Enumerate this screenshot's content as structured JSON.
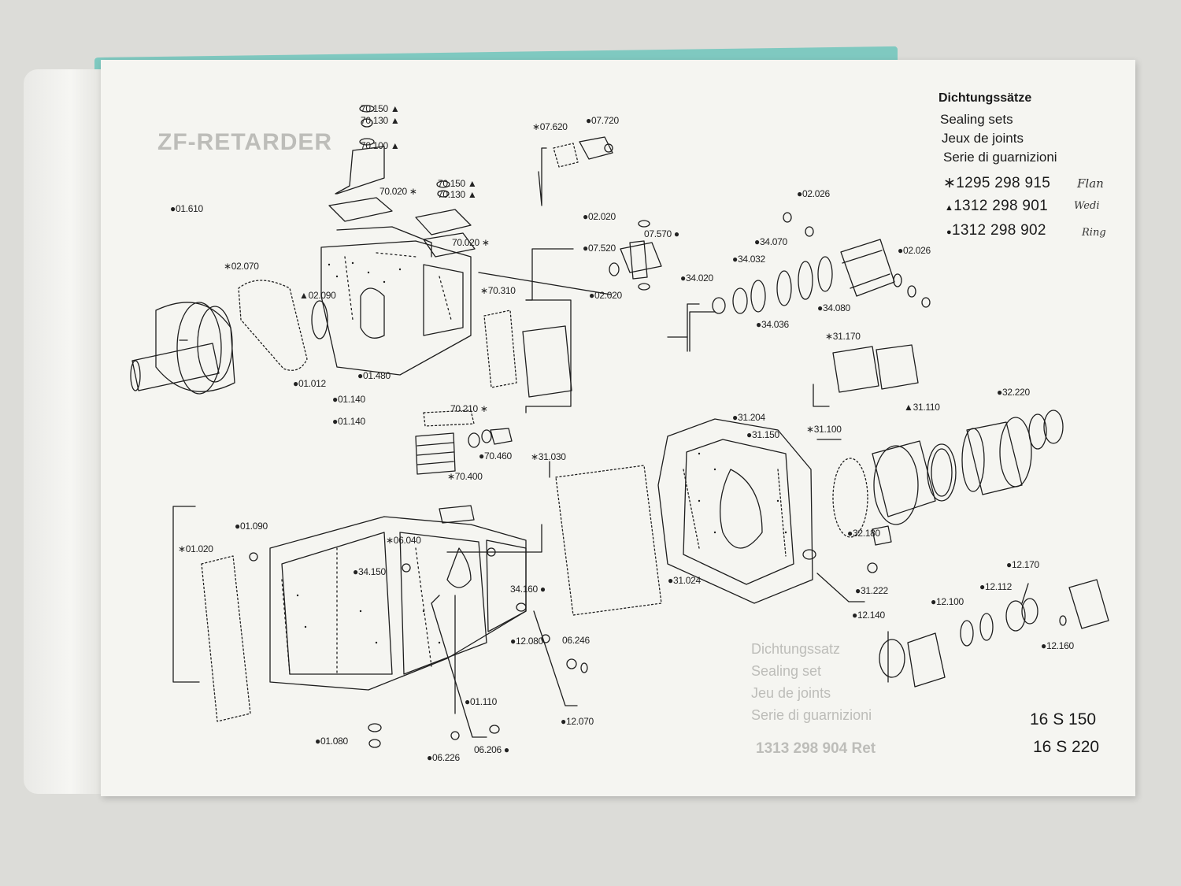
{
  "header": {
    "title_de": "Dichtungssätze",
    "title_en": "Sealing sets",
    "title_fr": "Jeux de joints",
    "title_it": "Serie di guarnizioni",
    "sets": [
      {
        "symbol": "∗",
        "code": "1295 298 915",
        "note": "Flan"
      },
      {
        "symbol": "▲",
        "code": "1312 298 901",
        "note": "Wedi"
      },
      {
        "symbol": "●",
        "code": "1312 298 902",
        "note": "Ring"
      }
    ]
  },
  "models": [
    "16 S 150",
    "16 S 220"
  ],
  "ghost_text": {
    "title": "ZF-RETARDER",
    "lines": [
      "Dichtungssatz",
      "Sealing set",
      "Jeu de joints",
      "Serie di guarnizioni",
      "1313 298 904 Ret"
    ]
  },
  "parts": [
    {
      "id": "70.150",
      "sym": "▲",
      "side": "r"
    },
    {
      "id": "70.130",
      "sym": "▲",
      "side": "r"
    },
    {
      "id": "70.100",
      "sym": "▲",
      "side": "r"
    },
    {
      "id": "70.150",
      "sym": "▲",
      "side": "r"
    },
    {
      "id": "70.130",
      "sym": "▲",
      "side": "r"
    },
    {
      "id": "70.020",
      "sym": "∗",
      "side": "r"
    },
    {
      "id": "70.020",
      "sym": "∗",
      "side": "r"
    },
    {
      "id": "01.610",
      "sym": "●",
      "side": "l"
    },
    {
      "id": "02.070",
      "sym": "∗",
      "side": "l"
    },
    {
      "id": "02.090",
      "sym": "▲",
      "side": "l"
    },
    {
      "id": "70.310",
      "sym": "∗",
      "side": "l"
    },
    {
      "id": "01.480",
      "sym": "●",
      "side": "l"
    },
    {
      "id": "01.012",
      "sym": "●",
      "side": "l"
    },
    {
      "id": "01.140",
      "sym": "●",
      "side": "l"
    },
    {
      "id": "01.140",
      "sym": "●",
      "side": "l"
    },
    {
      "id": "70.210",
      "sym": "∗",
      "side": "r"
    },
    {
      "id": "70.460",
      "sym": "●",
      "side": "l"
    },
    {
      "id": "70.400",
      "sym": "∗",
      "side": "l"
    },
    {
      "id": "07.620",
      "sym": "∗",
      "side": "l"
    },
    {
      "id": "07.720",
      "sym": "●",
      "side": "l"
    },
    {
      "id": "02.020",
      "sym": "●",
      "side": "l"
    },
    {
      "id": "07.570",
      "sym": "●",
      "side": "r"
    },
    {
      "id": "07.520",
      "sym": "●",
      "side": "l"
    },
    {
      "id": "02.020",
      "sym": "●",
      "side": "l"
    },
    {
      "id": "02.026",
      "sym": "●",
      "side": "l"
    },
    {
      "id": "34.070",
      "sym": "●",
      "side": "l"
    },
    {
      "id": "34.032",
      "sym": "●",
      "side": "l"
    },
    {
      "id": "02.026",
      "sym": "●",
      "side": "l"
    },
    {
      "id": "34.020",
      "sym": "●",
      "side": "l"
    },
    {
      "id": "34.080",
      "sym": "●",
      "side": "l"
    },
    {
      "id": "34.036",
      "sym": "●",
      "side": "l"
    },
    {
      "id": "31.170",
      "sym": "∗",
      "side": "l"
    },
    {
      "id": "32.220",
      "sym": "●",
      "side": "l"
    },
    {
      "id": "31.204",
      "sym": "●",
      "side": "l"
    },
    {
      "id": "31.110",
      "sym": "▲",
      "side": "l"
    },
    {
      "id": "31.150",
      "sym": "●",
      "side": "l"
    },
    {
      "id": "31.100",
      "sym": "∗",
      "side": "l"
    },
    {
      "id": "31.030",
      "sym": "∗",
      "side": "l"
    },
    {
      "id": "01.090",
      "sym": "●",
      "side": "l"
    },
    {
      "id": "06.040",
      "sym": "∗",
      "side": "l"
    },
    {
      "id": "01.020",
      "sym": "∗",
      "side": "l"
    },
    {
      "id": "34.150",
      "sym": "●",
      "side": "l"
    },
    {
      "id": "34.160",
      "sym": "●",
      "side": "r"
    },
    {
      "id": "31.024",
      "sym": "●",
      "side": "l"
    },
    {
      "id": "32.180",
      "sym": "●",
      "side": "l"
    },
    {
      "id": "31.222",
      "sym": "●",
      "side": "l"
    },
    {
      "id": "12.170",
      "sym": "●",
      "side": "l"
    },
    {
      "id": "12.112",
      "sym": "●",
      "side": "l"
    },
    {
      "id": "12.140",
      "sym": "●",
      "side": "l"
    },
    {
      "id": "12.100",
      "sym": "●",
      "side": "l"
    },
    {
      "id": "12.080",
      "sym": "●",
      "side": "l"
    },
    {
      "id": "06.246",
      "sym": "",
      "side": "l"
    },
    {
      "id": "12.160",
      "sym": "●",
      "side": "l"
    },
    {
      "id": "01.110",
      "sym": "●",
      "side": "l"
    },
    {
      "id": "12.070",
      "sym": "●",
      "side": "l"
    },
    {
      "id": "01.080",
      "sym": "●",
      "side": "l"
    },
    {
      "id": "06.206",
      "sym": "●",
      "side": "r"
    },
    {
      "id": "06.226",
      "sym": "●",
      "side": "l"
    }
  ]
}
